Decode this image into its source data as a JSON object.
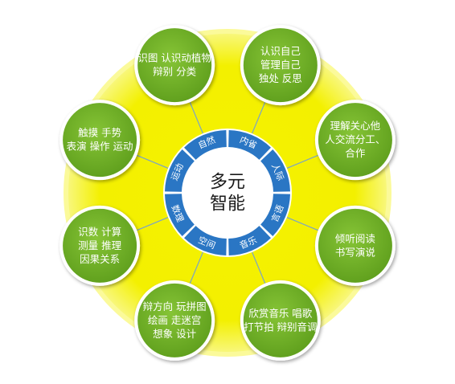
{
  "center": {
    "lines": [
      "多元",
      "智能"
    ]
  },
  "segments": [
    {
      "label": "自然"
    },
    {
      "label": "内省"
    },
    {
      "label": "人际"
    },
    {
      "label": "言语"
    },
    {
      "label": "音乐"
    },
    {
      "label": "空间"
    },
    {
      "label": "数理"
    },
    {
      "label": "运动"
    }
  ],
  "nodes": [
    {
      "lines": [
        "识图 认识动植物",
        "辩别 分类"
      ]
    },
    {
      "lines": [
        "认识自己",
        "管理自己",
        "独处 反思"
      ]
    },
    {
      "lines": [
        "理解关心他",
        "人交流分工、",
        "合作"
      ]
    },
    {
      "lines": [
        "倾听阅读",
        "书写演说"
      ]
    },
    {
      "lines": [
        "欣赏音乐 唱歌",
        "打节拍 辩别音调"
      ]
    },
    {
      "lines": [
        "辩方向 玩拼图",
        "绘画 走迷宫",
        "想象 设计"
      ]
    },
    {
      "lines": [
        "识数 计算",
        "测量 推理",
        "因果关系"
      ]
    },
    {
      "lines": [
        "触摸 手势",
        "表演 操作 运动"
      ]
    }
  ],
  "colors": {
    "burst": "#f4f200",
    "burst_glow": "#fbfa9a",
    "node_fill": "#77b82a",
    "node_ring": "#ffffff",
    "segment_fill": "#2a76c4",
    "segment_divider": "#ffffff",
    "connector": "#7aa3c8",
    "center_fill": "#ffffff",
    "center_text": "#1a1a1a"
  }
}
